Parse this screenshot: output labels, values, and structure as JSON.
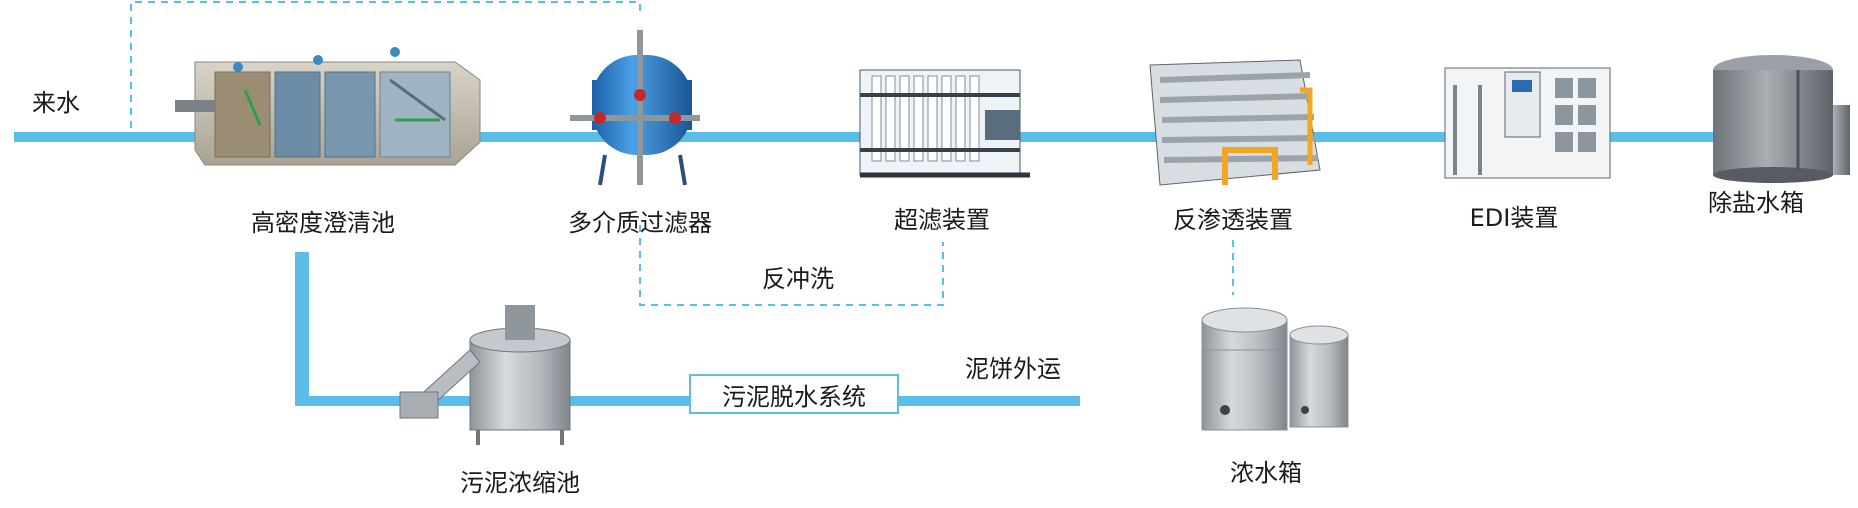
{
  "diagram": {
    "inlet_label": "来水",
    "backwash_label": "反冲洗",
    "cake_label": "泥饼外运",
    "dewatering_box_label": "污泥脱水系统",
    "units": [
      {
        "id": "clarifier",
        "label": "高密度澄清池"
      },
      {
        "id": "mmf",
        "label": "多介质过滤器"
      },
      {
        "id": "uf",
        "label": "超滤装置"
      },
      {
        "id": "ro",
        "label": "反渗透装置"
      },
      {
        "id": "edi",
        "label": "EDI装置"
      },
      {
        "id": "tank",
        "label": "除盐水箱"
      },
      {
        "id": "thickener",
        "label": "污泥浓缩池"
      },
      {
        "id": "concentrate",
        "label": "浓水箱"
      }
    ],
    "colors": {
      "pipe": "#5bbdea",
      "dash": "#5bbdea",
      "text": "#1a1a1a"
    }
  }
}
